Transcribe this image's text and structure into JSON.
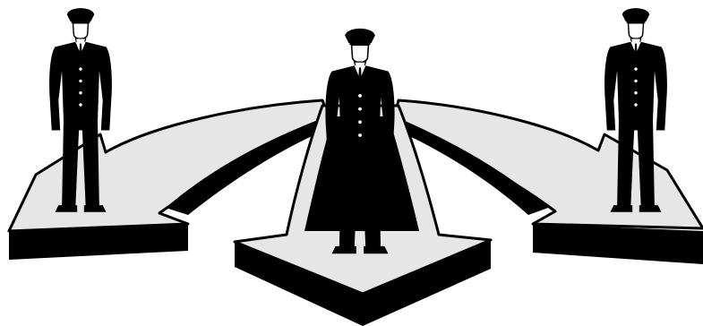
{
  "illustration": {
    "colors": {
      "background": "#ffffff",
      "arrow_top": "#e6e6e6",
      "arrow_side": "#000000",
      "silhouette": "#000000",
      "face": "#ffffff",
      "button": "#ffffff"
    },
    "figures": [
      {
        "position": "left",
        "icon": "officer-silhouette-icon"
      },
      {
        "position": "center",
        "icon": "officer-silhouette-icon"
      },
      {
        "position": "right",
        "icon": "officer-silhouette-icon"
      }
    ],
    "arrows": [
      {
        "direction": "left",
        "icon": "curved-arrow-icon"
      },
      {
        "direction": "down",
        "icon": "curved-arrow-icon"
      },
      {
        "direction": "right",
        "icon": "curved-arrow-icon"
      }
    ]
  }
}
